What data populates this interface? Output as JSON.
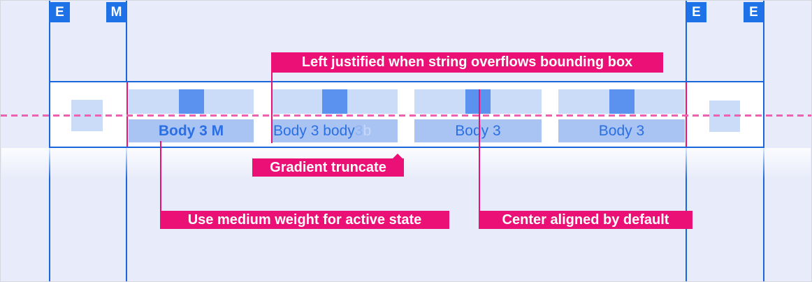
{
  "markers": [
    {
      "label": "E"
    },
    {
      "label": "M"
    },
    {
      "label": "E"
    },
    {
      "label": "E"
    }
  ],
  "tabs": [
    {
      "label": "Body 3 M",
      "state": "active"
    },
    {
      "label": "Body 3 body 3 b",
      "segments": [
        {
          "text": "Body 3 body"
        },
        {
          "text": " 3"
        },
        {
          "text": " b"
        }
      ],
      "truncation": "gradient"
    },
    {
      "label": "Body 3"
    },
    {
      "label": "Body 3"
    }
  ],
  "annotations": {
    "overflow": "Left justified when string overflows bounding box",
    "gradient_truncate": "Gradient truncate",
    "medium_weight": "Use medium weight for active state",
    "center_aligned": "Center aligned by default"
  },
  "colors": {
    "page_bg": "#e8ecfa",
    "guide_blue": "#1a66dd",
    "marker_blue": "#1d72e8",
    "accent_pink": "#ea1075",
    "dashed_pink": "#ed61b1",
    "tab_light": "#cbdcf8",
    "tab_medium": "#a9c3f3",
    "tab_square": "#5b91ef",
    "text_blue": "#2a6fe3",
    "fade_1": "#8fb3f1",
    "fade_2": "#c7d8f8"
  }
}
